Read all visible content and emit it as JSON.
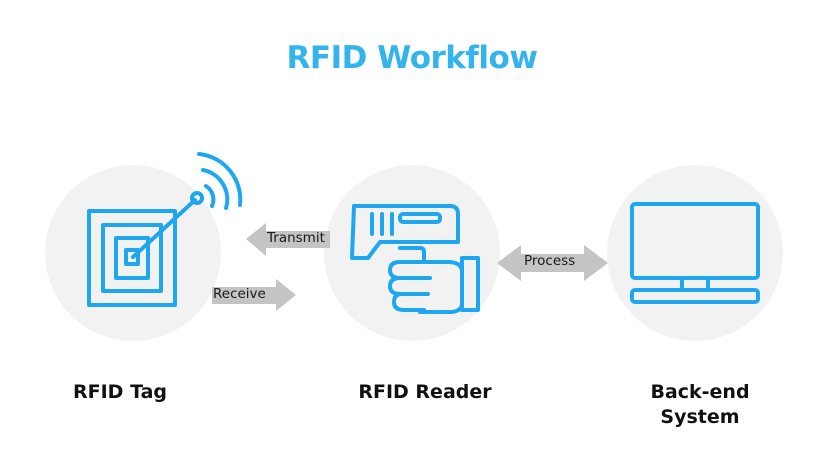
{
  "title": "RFID Workflow",
  "nodes": {
    "tag": {
      "label": "RFID Tag"
    },
    "reader": {
      "label": "RFID Reader"
    },
    "backend": {
      "label_line1": "Back-end",
      "label_line2": "System"
    }
  },
  "arrows": {
    "transmit": "Transmit",
    "receive": "Receive",
    "process": "Process"
  },
  "colors": {
    "accent": "#34b4ee",
    "icon_stroke": "#1ea7f0",
    "arrow_fill": "#c4c4c4",
    "circle_fill": "#f2f2f2"
  },
  "icons": {
    "tag": "rfid-tag-icon",
    "reader": "rfid-reader-gun-icon",
    "backend": "monitor-icon"
  }
}
